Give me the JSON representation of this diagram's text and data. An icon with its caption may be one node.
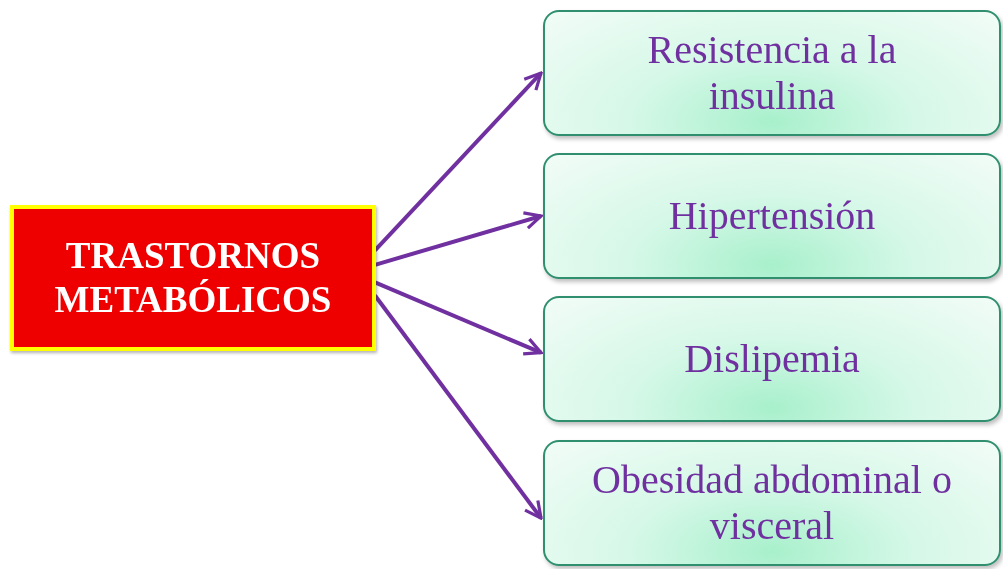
{
  "diagram": {
    "nodes": [
      {
        "text": [
          "TRASTORNOS METABÓLICOS"
        ]
      },
      {
        "text": [
          "Resistencia a la insulina"
        ]
      },
      {
        "text": [
          "Hipertensión"
        ]
      },
      {
        "text": [
          "Dislipemia"
        ]
      },
      {
        "text": [
          "Obesidad abdominal o visceral"
        ]
      }
    ],
    "edges": [
      {
        "from": 0,
        "to": 1,
        "arrow": "to"
      },
      {
        "from": 0,
        "to": 2,
        "arrow": "to"
      },
      {
        "from": 0,
        "to": 3,
        "arrow": "to"
      },
      {
        "from": 0,
        "to": 4,
        "arrow": "to"
      }
    ]
  }
}
